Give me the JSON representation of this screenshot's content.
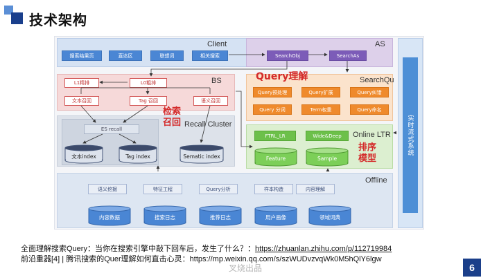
{
  "header": {
    "title": "技术架构"
  },
  "diagram": {
    "client": {
      "title": "Client",
      "items": [
        "搜索结果页",
        "直达区",
        "联想词",
        "相关搜索"
      ]
    },
    "as": {
      "title": "AS",
      "items": [
        "SearchObj",
        "SearchAs"
      ]
    },
    "bs": {
      "title": "BS",
      "row1": [
        "L1精排",
        "L0粗排"
      ],
      "row2": [
        "文本召回",
        "Tag 召回",
        "语义召回"
      ]
    },
    "searchqu": {
      "title": "SearchQu",
      "annotation": "Query理解",
      "row1": [
        "Query预处理",
        "Query扩展",
        "Query纠错"
      ],
      "row2": [
        "Query 分词",
        "Term权重",
        "Query命名"
      ]
    },
    "recall": {
      "title": "Recall Cluster",
      "annotation_line1": "检索",
      "annotation_line2": "召回",
      "es_label": "ES recall",
      "indexes": [
        "文本index",
        "Tag index",
        "Sematic index"
      ]
    },
    "ltr": {
      "title": "Online LTR",
      "annotation_line1": "排序",
      "annotation_line2": "模型",
      "models": [
        "FTRL_LR",
        "Wide&Deep"
      ],
      "stores": [
        "Feature",
        "Sample"
      ]
    },
    "offline": {
      "title": "Offline",
      "row1": [
        "语义挖掘",
        "特征工程",
        "Query分析",
        "样本构造",
        "内容理解"
      ],
      "stores": [
        "内容数据",
        "搜索日志",
        "推荐日志",
        "用户画像",
        "领域词典"
      ]
    },
    "stream": {
      "label": "实时流式系统"
    }
  },
  "footer": {
    "line1_prefix": "全面理解搜索Query：当你在搜索引擎中敲下回车后，发生了什么？：",
    "line1_link": "https://zhuanlan.zhihu.com/p/112719984",
    "line2": "前沿重器[4] | 腾讯搜索的Quer理解如何直击心灵：https://mp.weixin.qq.com/s/szWUDvzvqWk0M5hQlY6lgw",
    "watermark": "叉烧出品",
    "page_number": "6"
  },
  "colors": {
    "accent": "#1b3f8a",
    "annotation": "#d42b2b",
    "blue": "#4a86d4",
    "orange": "#ef8a2c",
    "green": "#6cc04a",
    "purple": "#7c5cb8"
  }
}
